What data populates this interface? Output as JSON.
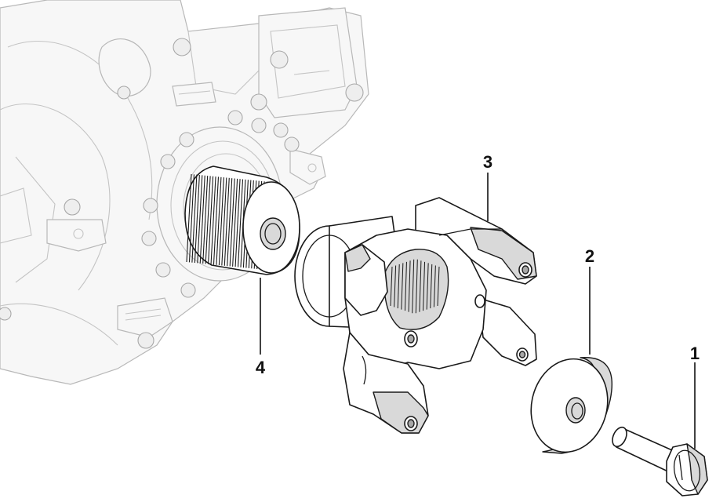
{
  "callouts": [
    {
      "id": "bolt",
      "label": "1"
    },
    {
      "id": "washer",
      "label": "2"
    },
    {
      "id": "yoke",
      "label": "3"
    },
    {
      "id": "splined-shaft",
      "label": "4"
    }
  ],
  "colors": {
    "ink": "#1a1a1a",
    "ghost_outline": "#b8b8b8",
    "background": "#ffffff"
  }
}
